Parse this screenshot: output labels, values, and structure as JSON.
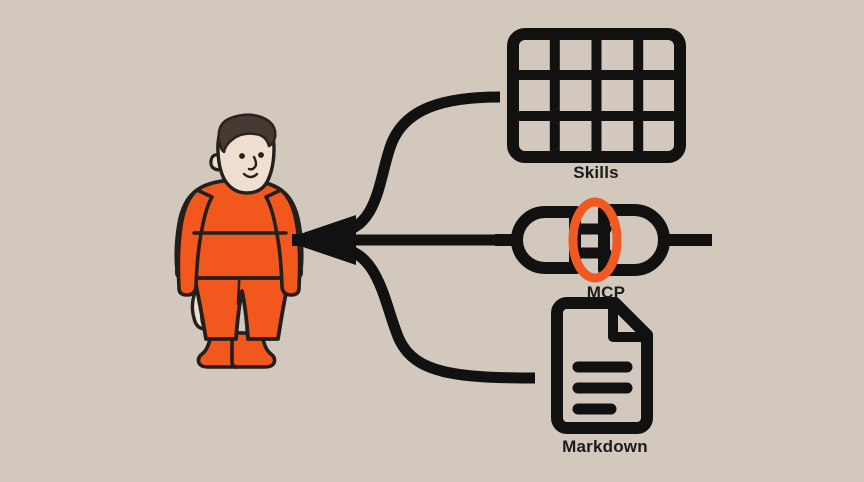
{
  "illustration": {
    "title": "Agent capability extension diagram",
    "background_color": "#d2c8bd",
    "ink_color": "#111111",
    "accent_color": "#f05a22",
    "skin_color": "#f1e2d4",
    "hair_color": "#463a33"
  },
  "actor": {
    "name": "person",
    "description": "Standing person wearing an orange sweatshirt and orange trousers",
    "outfit_color": "#f2581d",
    "hair_color": "#463a33",
    "skin_color": "#f0dfd0"
  },
  "connector": {
    "name": "branching-arrow",
    "description": "Three branches converge into one arrow pointing left toward the person",
    "direction": "left",
    "branch_count": 3,
    "color": "#111111"
  },
  "nodes": [
    {
      "id": "skills",
      "label": "Skills",
      "icon": "grid-icon",
      "icon_description": "Rounded rectangle split into a 4 by 3 grid of cells",
      "columns": 4,
      "rows": 3,
      "color": "#111111"
    },
    {
      "id": "mcp",
      "label": "MCP",
      "icon": "plug-connector-icon",
      "icon_description": "Electrical plug and socket joined together with an orange ring highlighting the connection",
      "color": "#111111",
      "highlight_color": "#f05a22"
    },
    {
      "id": "markdown",
      "label": "Markdown",
      "icon": "document-icon",
      "icon_description": "Page with a folded top-right corner and three lines of text",
      "text_lines": 3,
      "color": "#111111"
    }
  ]
}
